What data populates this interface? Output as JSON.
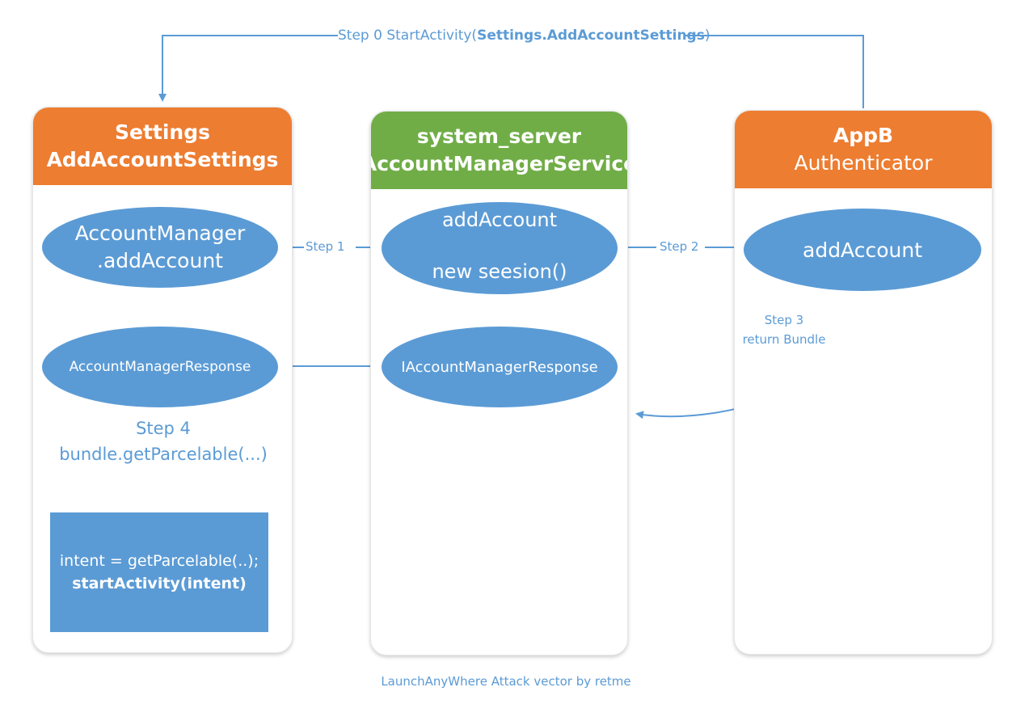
{
  "colors": {
    "orange": "#ed7d31",
    "green": "#70ad47",
    "blue": "#5b9bd5",
    "text_blue": "#5b9bd5"
  },
  "lanes": {
    "settings": {
      "line1": "Settings",
      "line2": "AddAccountSettings"
    },
    "system_server": {
      "line1": "system_server",
      "line2": "AccountManagerService"
    },
    "appb": {
      "line1": "AppB",
      "line2": "Authenticator"
    }
  },
  "nodes": {
    "am_add_account": {
      "line1": "AccountManager",
      "line2": ".addAccount"
    },
    "ams_add_account": {
      "line1": "addAccount",
      "line2": "new seesion()"
    },
    "auth_add_account": {
      "text": "addAccount"
    },
    "am_response": {
      "text": "AccountManagerResponse"
    },
    "iam_response": {
      "text": "IAccountManagerResponse"
    },
    "code_box": {
      "line1": "intent = getParcelable(..);",
      "line2": "startActivity(intent)"
    }
  },
  "steps": {
    "step0": {
      "prefix": "Step 0  StartActivity(",
      "bold": "Settings.AddAccountSettings",
      "suffix": ")"
    },
    "step1": "Step 1",
    "step2": "Step 2",
    "step3": {
      "line1": "Step 3",
      "line2": "return Bundle"
    },
    "step4": {
      "line1": "Step 4",
      "line2": "bundle.getParcelable(...)"
    }
  },
  "caption": "LaunchAnyWhere Attack vector by retme"
}
